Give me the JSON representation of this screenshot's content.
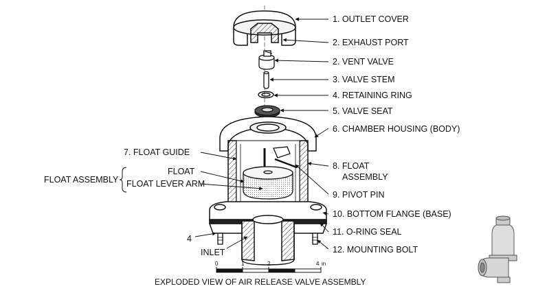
{
  "labels": {
    "outlet_cover": "1. OUTLET COVER",
    "exhaust_port": "2. EXHAUST PORT",
    "vent_valve": "2. VENT VALVE",
    "valve_stem": "3. VALVE STEM",
    "retaining_ring": "4. RETAINING RING",
    "valve_seat": "5. VALVE SEAT",
    "chamber_housing": "6. CHAMBER HOUSING (BODY)",
    "float_assembly_right_1": "8. FLOAT",
    "float_assembly_right_2": "ASSEMBLY",
    "pivot_pin": "9. PIVOT PIN",
    "bottom_flange": "10. BOTTOM FLANGE (BASE)",
    "o_ring_seal": "11. O-RING SEAL",
    "mounting_bolt": "12. MOUNTING BOLT",
    "float_guide": "7. FLOAT GUIDE",
    "float": "FLOAT",
    "float_lever_arm": "FLOAT LEVER ARM",
    "float_assembly_group": "FLOAT ASSEMBLY",
    "callout_4": "4",
    "inlet": "INLET"
  },
  "scale_bar": {
    "ticks": [
      "0",
      "1",
      "2",
      "4"
    ],
    "unit": "in"
  },
  "caption": "EXPLODED VIEW OF AIR RELEASE VALVE ASSEMBLY"
}
